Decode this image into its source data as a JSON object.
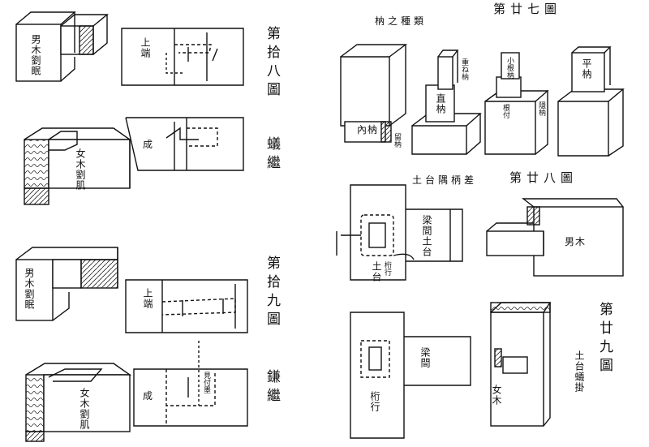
{
  "fig18": {
    "title": "第拾八圖",
    "name": "蟻繼",
    "male_label": "男木劉眠",
    "female_label": "女木劉肌",
    "upper_label": "上端",
    "complete_label": "成"
  },
  "fig19": {
    "title": "第拾九圖",
    "name": "鎌繼",
    "male_label": "男木劉眠",
    "female_label": "女木劉肌",
    "upper_label": "上端",
    "complete_label": "成",
    "mid_label": "見付墨"
  },
  "fig27": {
    "title": "第廿七圖",
    "subtitle": "枘之種類",
    "inner_label": "內枘",
    "joint_label": "留枘",
    "straight_label": "直枘",
    "small_label": "小根枘",
    "flat_label": "平枘",
    "seat_label": "根付",
    "hidden_label": "隱枘",
    "shoulder_label": "重ね枘"
  },
  "fig28": {
    "title": "第廿八圖",
    "subtitle": "土台隅柄差",
    "sill_label": "土台",
    "beam_label": "桁行",
    "corner_label": "梁間土台",
    "male_label": "男木"
  },
  "fig29": {
    "title": "第廿九圖",
    "subtitle": "土台蟻掛",
    "beam_label": "梁間",
    "row_label": "桁行",
    "female_label": "女木"
  }
}
